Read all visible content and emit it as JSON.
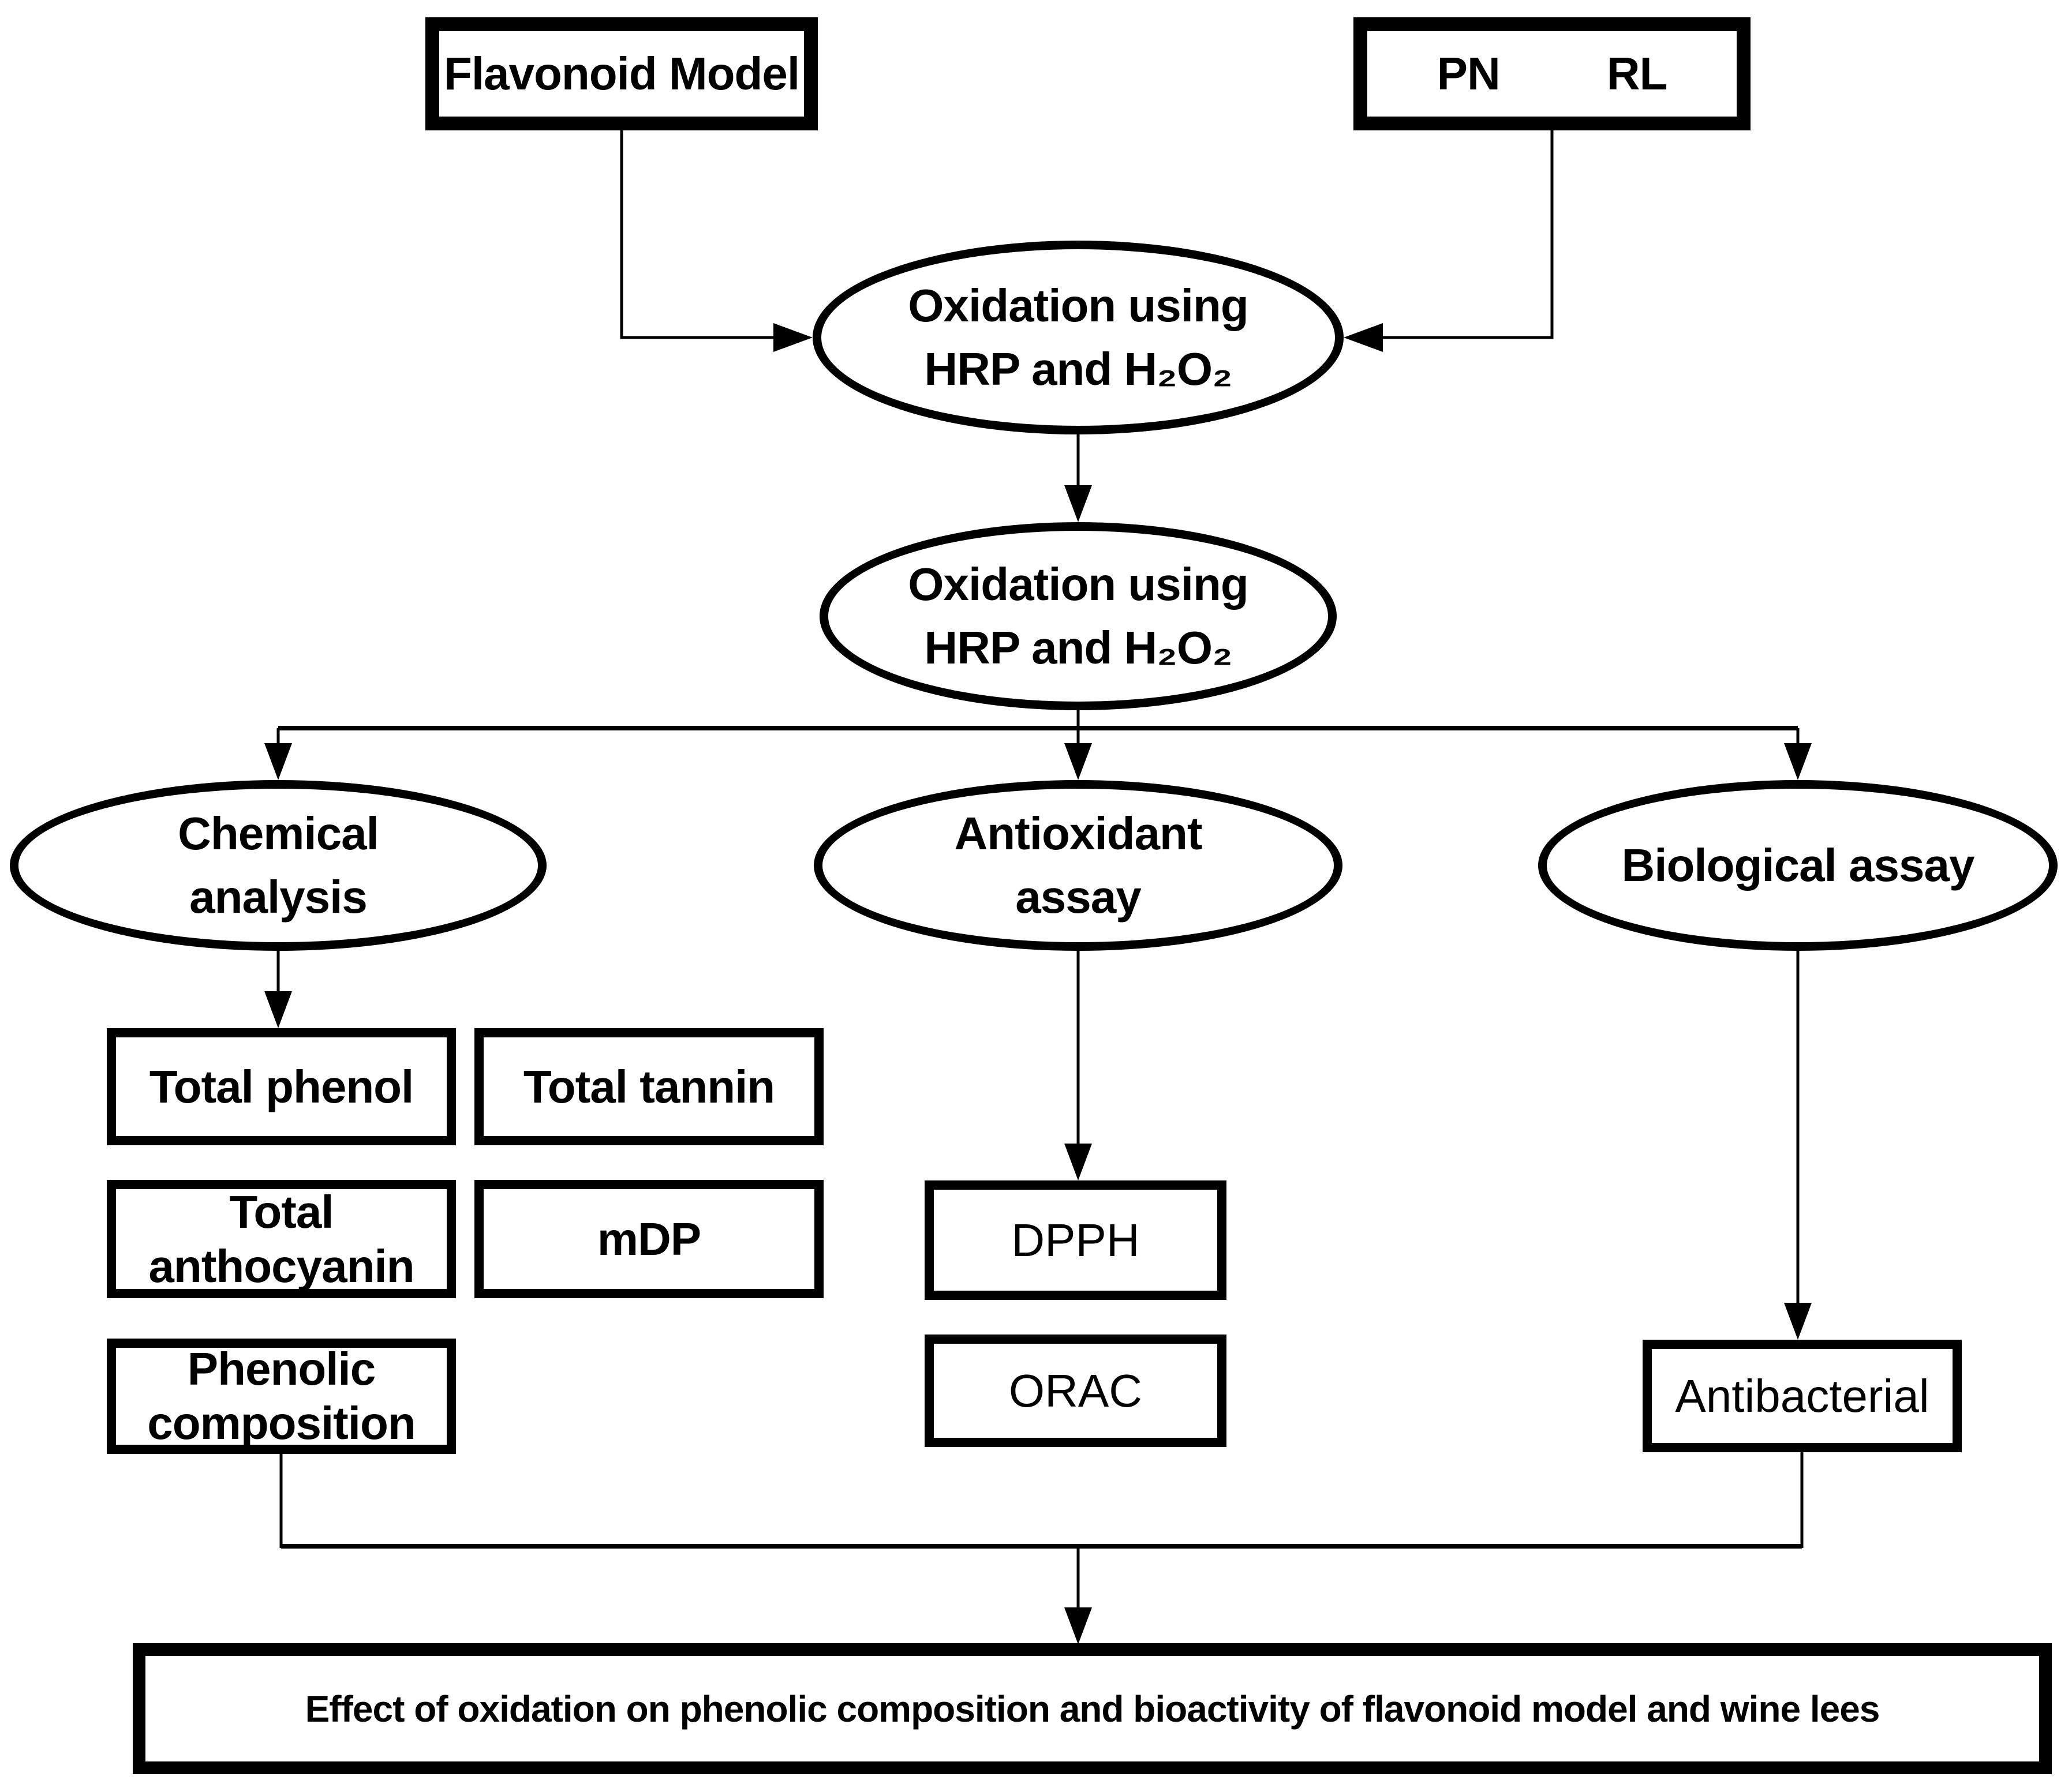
{
  "diagram": {
    "type": "flowchart",
    "colors": {
      "ink": "#000000",
      "paper": "#ffffff"
    },
    "nodes": {
      "flavonoid_model": {
        "label": "Flavonoid Model"
      },
      "samples": {
        "pn": "PN",
        "rl": "RL"
      },
      "oxidation1": {
        "lines": [
          "Oxidation using",
          "HRP and H₂O₂"
        ]
      },
      "oxidation2": {
        "lines": [
          "Oxidation using",
          "HRP and H₂O₂"
        ]
      },
      "chemical_analysis": {
        "lines": [
          "Chemical",
          "analysis"
        ]
      },
      "antioxidant_assay": {
        "lines": [
          "Antioxidant",
          "assay"
        ]
      },
      "biological_assay": {
        "label": "Biological assay"
      },
      "total_phenol": {
        "label": "Total phenol"
      },
      "total_tannin": {
        "label": "Total tannin"
      },
      "total_anthocyanin": {
        "lines": [
          "Total",
          "anthocyanin"
        ]
      },
      "mdp": {
        "label": "mDP"
      },
      "phenolic_composition": {
        "lines": [
          "Phenolic",
          "composition"
        ]
      },
      "dpph": {
        "label": "DPPH"
      },
      "orac": {
        "label": "ORAC"
      },
      "antibacterial": {
        "label": "Antibacterial"
      },
      "conclusion": {
        "label": "Effect of oxidation on phenolic composition and bioactivity of flavonoid model and wine lees"
      }
    }
  }
}
